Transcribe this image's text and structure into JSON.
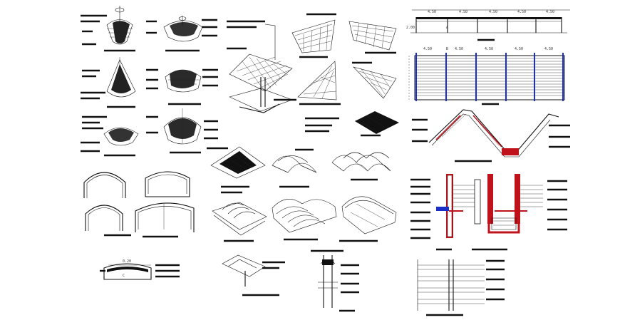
{
  "drawing": {
    "background": "#ffffff",
    "line_color": "#111111",
    "accent_red": "#c0121b",
    "accent_blue": "#1c2fc4"
  },
  "elevation_dims": [
    "4.50",
    "4.50",
    "4.50",
    "4.50",
    "4.50"
  ],
  "plan_dims": [
    "4.50",
    "4.50",
    "4.50",
    "4.50",
    "4.50"
  ],
  "height_dim": "2.00",
  "grid_marks": {
    "a": "A",
    "b": "B"
  },
  "small_detail": {
    "top_dim": "0.20",
    "mark": "C"
  }
}
